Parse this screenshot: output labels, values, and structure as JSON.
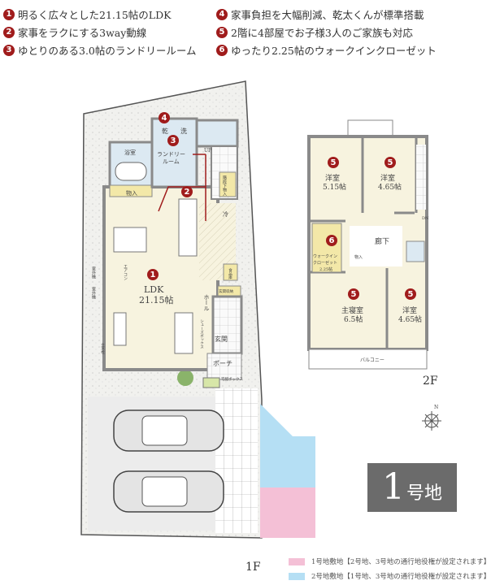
{
  "features": [
    {
      "num": "1",
      "text": "明るく広々とした21.15帖のLDK"
    },
    {
      "num": "2",
      "text": "家事をラクにする3way動線"
    },
    {
      "num": "3",
      "text": "ゆとりのある3.0帖のランドリールーム"
    },
    {
      "num": "4",
      "text": "家事負担を大幅削減、乾太くんが標準搭載"
    },
    {
      "num": "5",
      "text": "2階に4部屋でお子様3人のご家族も対応"
    },
    {
      "num": "6",
      "text": "ゆったり2.25帖のウォークインクローゼット"
    }
  ],
  "floor1": {
    "label": "1F",
    "rooms": {
      "dry": "乾",
      "wash": "洗",
      "bath": "浴室",
      "laundry1": "ランドリー",
      "laundry2": "ルーム",
      "up": "UP",
      "under_stair": "階段下物入",
      "fridge": "冷",
      "storage": "物入",
      "aircon": "エアコン",
      "outdoor_unit": "室外機",
      "ldk": "LDK",
      "ldk_size": "21.15帖",
      "pantry": "食品庫",
      "entry_storage": "玄関収納",
      "hall": "ホール",
      "shoebox": "シューズボックス",
      "entrance": "玄関",
      "porch": "ポーチ",
      "faucet": "立水栓",
      "delivery_box": "宅配ボックス"
    }
  },
  "floor2": {
    "label": "2F",
    "rooms": {
      "room_a": "洋室",
      "room_a_size": "5.15帖",
      "room_b": "洋室",
      "room_b_size": "4.65帖",
      "hallway": "廊下",
      "wic1": "ウォークイン",
      "wic2": "クローゼット",
      "wic_size": "2.25帖",
      "master": "主寝室",
      "master_size": "6.5帖",
      "room_c": "洋室",
      "room_c_size": "4.65帖",
      "balcony": "バルコニー",
      "down": "DN",
      "storage": "物入"
    }
  },
  "lot_badge": {
    "number": "1",
    "text": "号地"
  },
  "legend": [
    {
      "color": "#f4c0d6",
      "text": "1号地敷地【2号地、3号地の通行地役権が設定されます】"
    },
    {
      "color": "#b5dff4",
      "text": "2号地敷地【1号地、3号地の通行地役権が設定されます】"
    }
  ],
  "compass": {
    "north": "N"
  },
  "colors": {
    "badge": "#a01c1c",
    "wall": "#8a8a8a",
    "floor": "#f7f3df",
    "wet": "#dce9f2"
  }
}
